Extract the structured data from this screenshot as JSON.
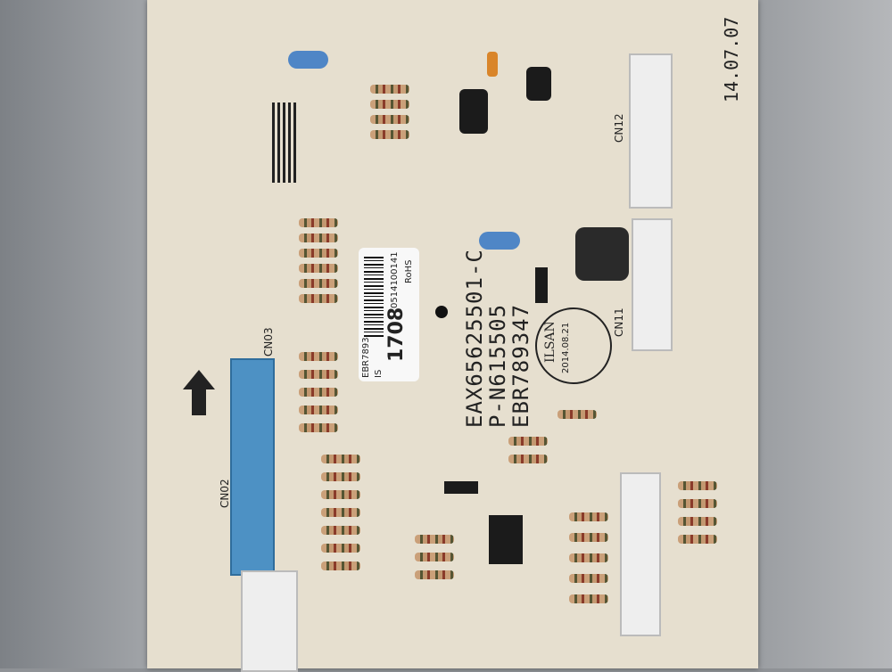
{
  "board": {
    "part_number": "EAX65625501-C",
    "pn": "P-N615505",
    "ebr": "EBR789347",
    "date_code": "14.07.07"
  },
  "sticker": {
    "code": "EBR7893",
    "suffix": "IS",
    "big_number": "1708",
    "serial": "0514100141",
    "rohs": "RoHS"
  },
  "stamp": {
    "text": "ILSAN",
    "date": "2014.08.21"
  },
  "connectors": [
    "CN12",
    "CN11",
    "CN03",
    "CN02"
  ]
}
